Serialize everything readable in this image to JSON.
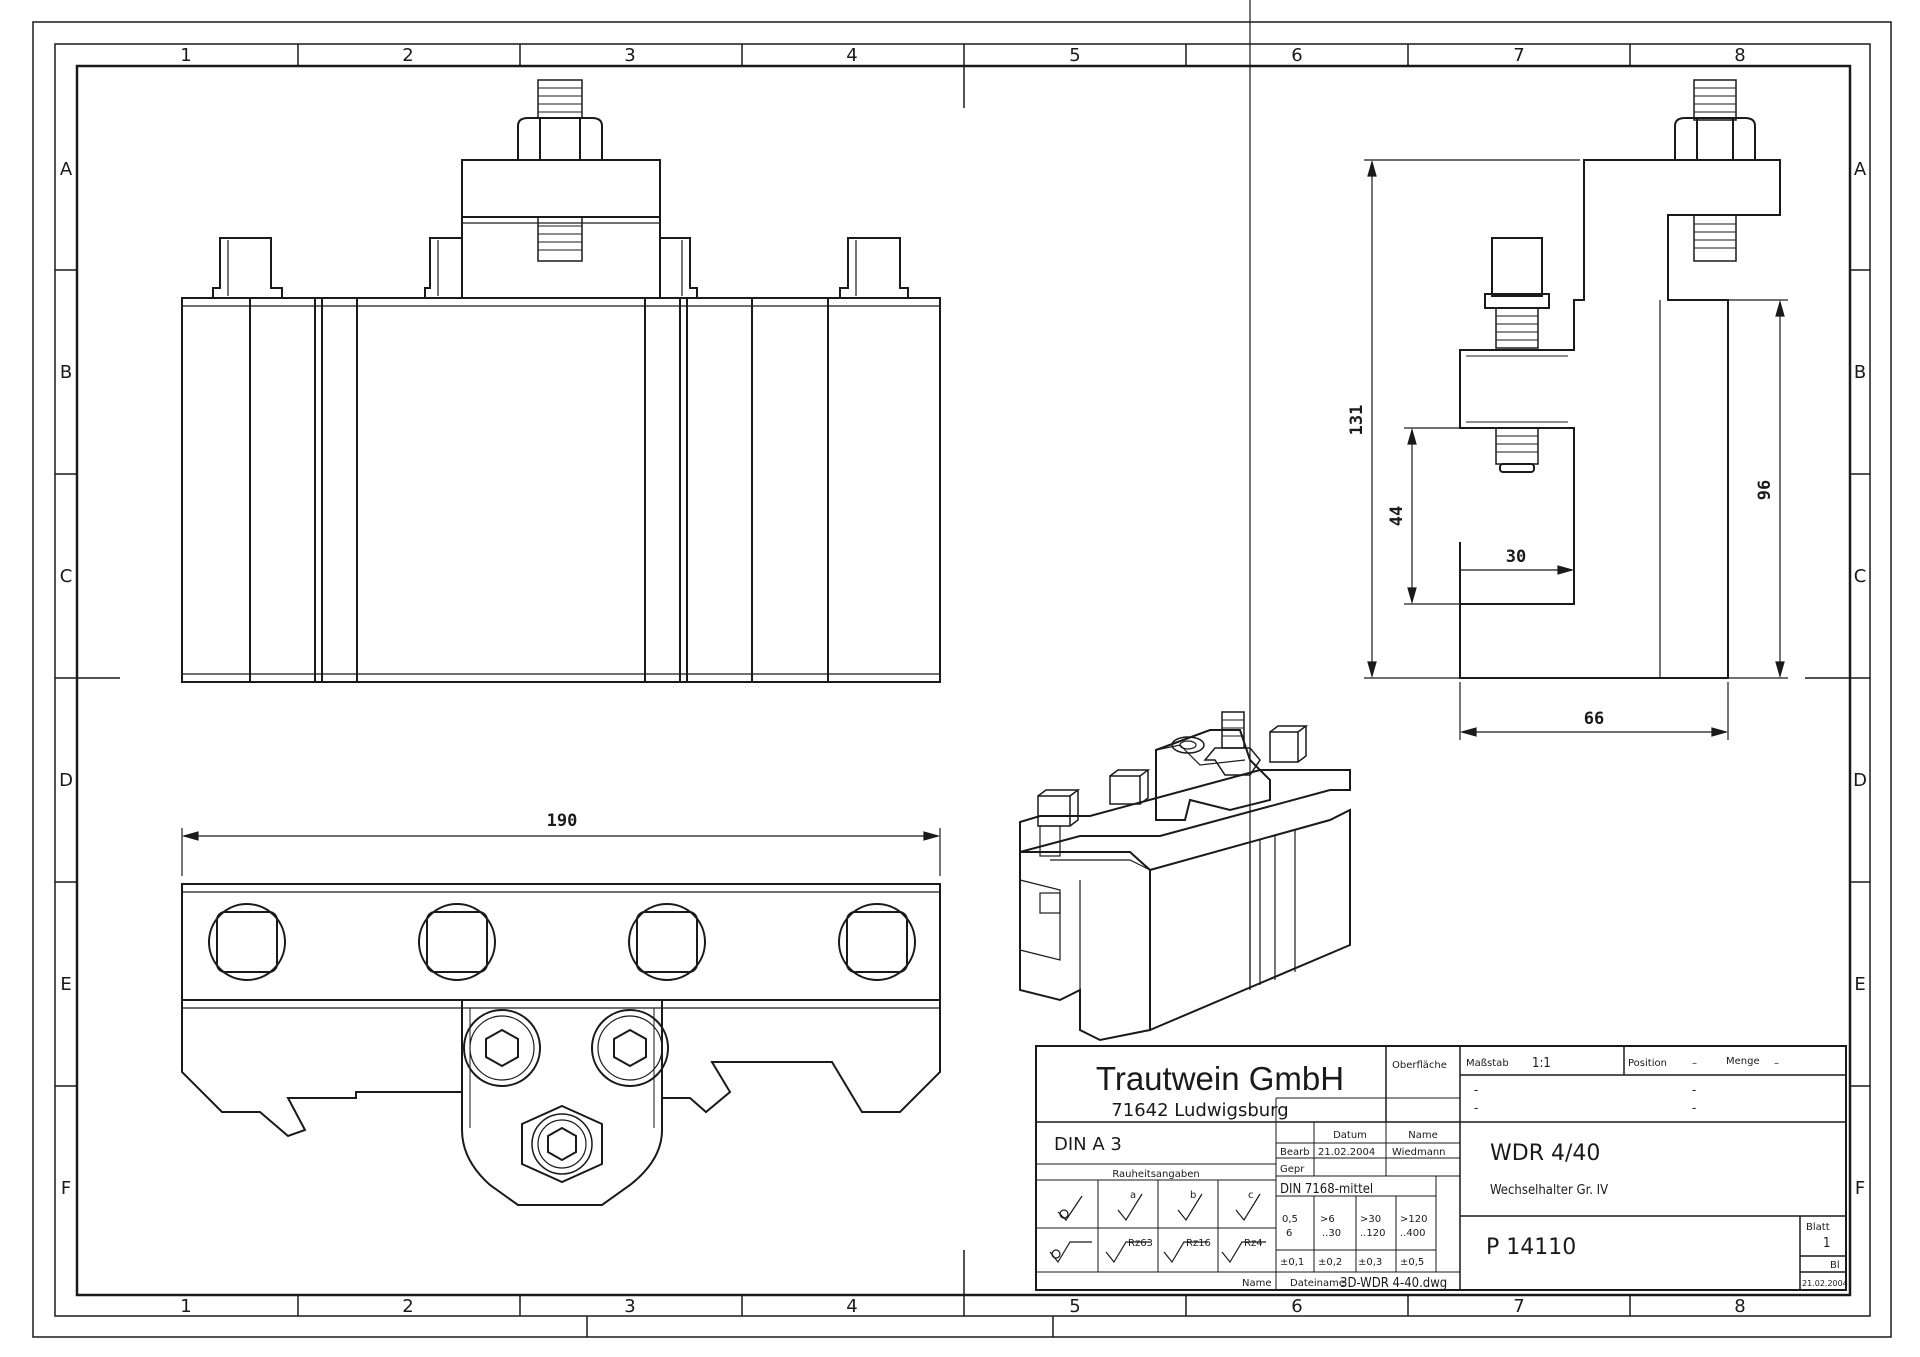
{
  "sheet": {
    "columns": [
      "1",
      "2",
      "3",
      "4",
      "5",
      "6",
      "7",
      "8"
    ],
    "rows": [
      "A",
      "B",
      "C",
      "D",
      "E",
      "F"
    ]
  },
  "dimensions": {
    "height_total": "131",
    "height_body": "96",
    "height_slot": "44",
    "slot_depth": "30",
    "width_side": "66",
    "length": "190"
  },
  "title_block": {
    "company": "Trautwein GmbH",
    "city": "71642 Ludwigsburg",
    "surface_label": "Oberfläche",
    "scale_label": "Maßstab",
    "scale_value": "1:1",
    "position_label": "Position",
    "position_value": "–",
    "quantity_label": "Menge",
    "quantity_value": "–",
    "dash1": "-",
    "dash2": "-",
    "dash3": "-",
    "dash4": "-",
    "format": "DIN A 3",
    "date_header": "Datum",
    "name_header": "Name",
    "bearb_label": "Bearb",
    "bearb_date": "21.02.2004",
    "bearb_name": "Wiedmann",
    "gepr_label": "Gepr",
    "roughness_label": "Rauheitsangaben",
    "tolerance_std": "DIN 7168-mittel",
    "tol_ranges": [
      "0,5\n6",
      ">6\n30",
      ">30\n120",
      ">120\n400"
    ],
    "tol_r1_top": [
      "0,5",
      ">6",
      ">30",
      ">120"
    ],
    "tol_r1_bot": [
      "6",
      "..30",
      "..120",
      "..400"
    ],
    "tol_values": [
      "±0,1",
      "±0,2",
      "±0,3",
      "±0,5"
    ],
    "roughness_marks": [
      "Rz63",
      "Rz16",
      "Rz4"
    ],
    "roughness_letters": [
      "a",
      "b",
      "c"
    ],
    "part_name": "WDR 4/40",
    "part_desc": "Wechselhalter Gr. IV",
    "part_number": "P 14110",
    "sheet_label": "Blatt",
    "sheet_value": "1",
    "bl_label": "Bl",
    "date_stamp": "21.02.2004",
    "name_label": "Name",
    "file_label": "Dateiname",
    "file_value": "3D-WDR 4-40.dwg"
  }
}
